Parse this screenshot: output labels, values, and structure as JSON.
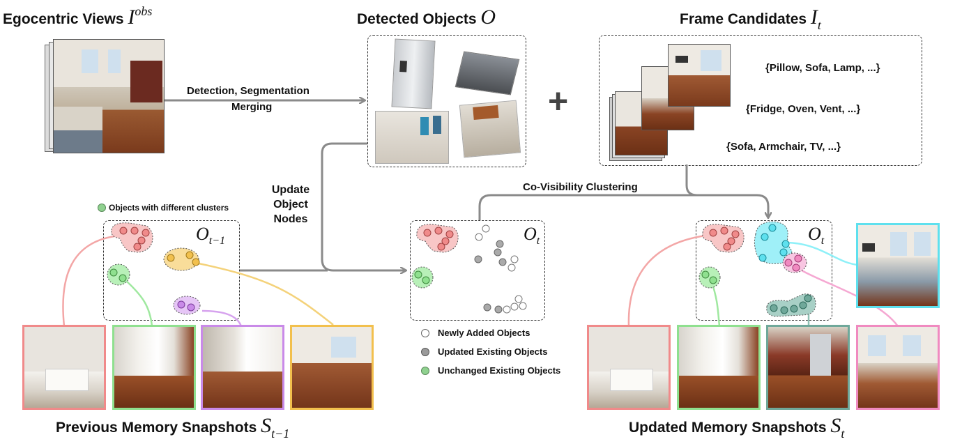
{
  "headers": {
    "egocentric_views": {
      "label": "Egocentric Views",
      "symbol": "I",
      "sup": "obs"
    },
    "detected_objects": {
      "label": "Detected Objects",
      "symbol": "O"
    },
    "frame_candidates": {
      "label": "Frame Candidates",
      "symbol": "I",
      "sub": "t"
    }
  },
  "arrows": {
    "detection_line1": "Detection, Segmentation",
    "detection_line2": "Merging",
    "update_line1": "Update",
    "update_line2": "Object",
    "update_line3": "Nodes",
    "covisibility": "Co-Visibility Clustering"
  },
  "plus_symbol": "+",
  "candidate_sets": [
    "{Pillow, Sofa, Lamp, ...}",
    "{Fridge, Oven, Vent, ...}",
    "{Sofa, Armchair, TV, ...}"
  ],
  "cluster_legend": "Objects with different clusters",
  "object_sets": {
    "previous": {
      "symbol": "O",
      "sub": "t−1"
    },
    "current": {
      "symbol": "O",
      "sub": "t"
    },
    "updated": {
      "symbol": "O",
      "sub": "t"
    }
  },
  "node_legend": [
    {
      "label": "Newly Added Objects",
      "color": "#ffffff"
    },
    {
      "label": "Updated Existing Objects",
      "color": "#9a9a9a"
    },
    {
      "label": "Unchanged Existing Objects",
      "color": "#8fd18f"
    }
  ],
  "bottom_labels": {
    "previous": {
      "label": "Previous Memory Snapshots",
      "symbol": "S",
      "sub": "t−1"
    },
    "updated": {
      "label": "Updated Memory Snapshots",
      "symbol": "S",
      "sub": "t"
    }
  },
  "colors": {
    "red": "#f08a8a",
    "green": "#8fe08f",
    "purple": "#c98ae8",
    "yellow": "#f2c04d",
    "cyan": "#5ee0ee",
    "pink": "#f08ac0",
    "teal": "#6fa89a",
    "arrow": "#8a8a8a"
  }
}
